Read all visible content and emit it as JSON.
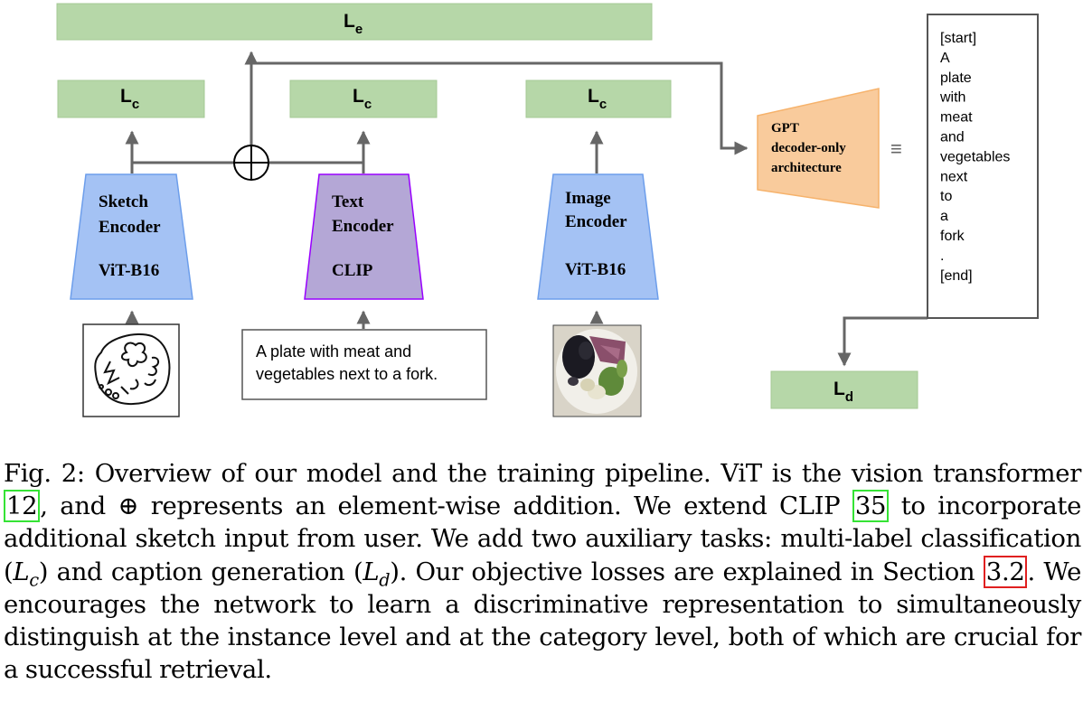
{
  "diagram": {
    "loss_e": {
      "main": "L",
      "sub": "e"
    },
    "loss_c": {
      "main": "L",
      "sub": "c"
    },
    "loss_d": {
      "main": "L",
      "sub": "d"
    },
    "sketch_encoder": {
      "line1": "Sketch",
      "line2": "Encoder",
      "line3": "ViT-B16"
    },
    "text_encoder": {
      "line1": "Text",
      "line2": "Encoder",
      "line3": "CLIP"
    },
    "image_encoder": {
      "line1": "Image",
      "line2": "Encoder",
      "line3": "ViT-B16"
    },
    "gpt_decoder": {
      "line1": "GPT",
      "line2": "decoder-only",
      "line3": "architecture"
    },
    "text_input": {
      "line1": "A plate with meat and",
      "line2": "vegetables next to a fork."
    },
    "caption_tokens": [
      "[start]",
      "A",
      "plate",
      "with",
      "meat",
      "and",
      "vegetables",
      "next",
      "to",
      "a",
      "fork",
      ".",
      "[end]"
    ],
    "equiv_symbol": "≡",
    "sum_symbol": "⊕",
    "colors": {
      "loss_fill": "#b6d7a8",
      "loss_stroke": "#a4c894",
      "sketch_image_fill": "#a4c2f4",
      "sketch_image_stroke": "#6d9eeb",
      "text_fill": "#b4a7d6",
      "text_stroke": "#9900ff",
      "gpt_fill": "#f9cb9c",
      "gpt_stroke": "#f6b26b",
      "arrow": "#666666",
      "ref_green": "#35e335",
      "ref_red": "#e02020"
    }
  },
  "caption": {
    "p1": "Fig. 2: Overview of our model and the training pipeline. ViT is the vision transformer ",
    "ref1": "12",
    "p2": ", and ",
    "oplus": "⊕",
    "p3": " represents an element-wise addition. We extend CLIP ",
    "ref2": "35",
    "p4": " to incorporate additional sketch input from user. We add two auxiliary tasks: multi-label classification (",
    "lc_main": "L",
    "lc_sub": "c",
    "p5": ") and caption generation (",
    "ld_main": "L",
    "ld_sub": "d",
    "p6": "). Our objective losses are explained in Section ",
    "ref3": "3.2",
    "p7": ". We encourages the network to learn a discriminative representation to simultaneously distinguish at the instance level and at the category level, both of which are crucial for a successful retrieval."
  }
}
